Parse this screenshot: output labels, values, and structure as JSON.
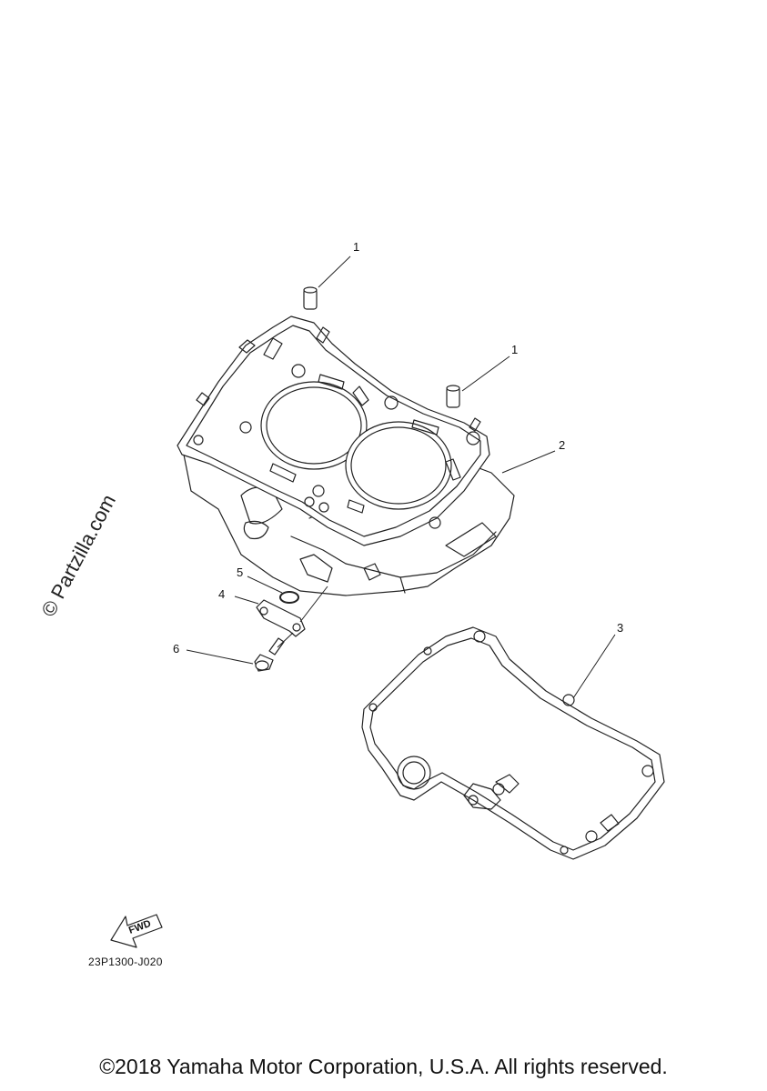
{
  "callouts": {
    "c1a": "1",
    "c1b": "1",
    "c2": "2",
    "c3": "3",
    "c4": "4",
    "c5": "5",
    "c6": "6"
  },
  "fwd_label": "FWD",
  "diagram_code": "23P1300-J020",
  "watermark": "© Partzilla.com",
  "copyright": "©2018 Yamaha Motor Corporation, U.S.A. All rights reserved."
}
